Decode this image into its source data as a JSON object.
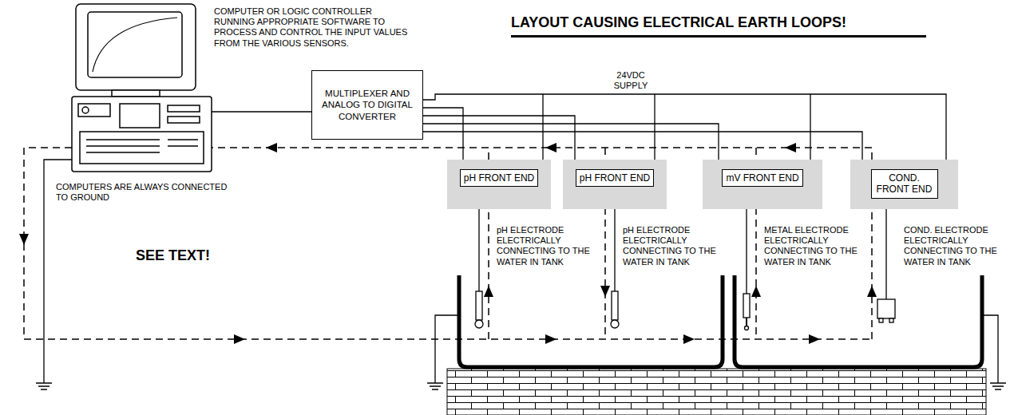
{
  "diagram": {
    "title": "LAYOUT CAUSING ELECTRICAL EARTH LOOPS!",
    "nodes": [
      {
        "text": [
          "MULTIPLEXER AND ANALOG TO DIGITAL CONVERTER"
        ]
      },
      {
        "text": [
          "pH FRONT END"
        ]
      },
      {
        "text": [
          "pH FRONT END"
        ]
      },
      {
        "text": [
          "mV FRONT END"
        ]
      },
      {
        "text": [
          "COND. FRONT END"
        ]
      }
    ],
    "edges": [
      {
        "from": 0,
        "to": 1,
        "arrow": "none"
      },
      {
        "from": 0,
        "to": 2,
        "arrow": "none"
      },
      {
        "from": 0,
        "to": 3,
        "arrow": "none"
      },
      {
        "from": 0,
        "to": 4,
        "arrow": "none"
      }
    ],
    "labels": [
      "COMPUTER OR LOGIC CONTROLLER RUNNING APPROPRIATE SOFTWARE TO PROCESS AND CONTROL THE INPUT VALUES FROM THE VARIOUS SENSORS.",
      "COMPUTERS ARE ALWAYS CONNECTED TO GROUND",
      "SEE TEXT!",
      "24VDC SUPPLY",
      "pH ELECTRODE ELECTRICALLY CONNECTING TO THE WATER IN TANK",
      "pH ELECTRODE ELECTRICALLY CONNECTING TO THE WATER IN TANK",
      "METAL ELECTRODE ELECTRICALLY CONNECTING TO THE WATER IN TANK",
      "COND. ELECTRODE ELECTRICALLY CONNECTING TO THE WATER IN TANK"
    ]
  }
}
